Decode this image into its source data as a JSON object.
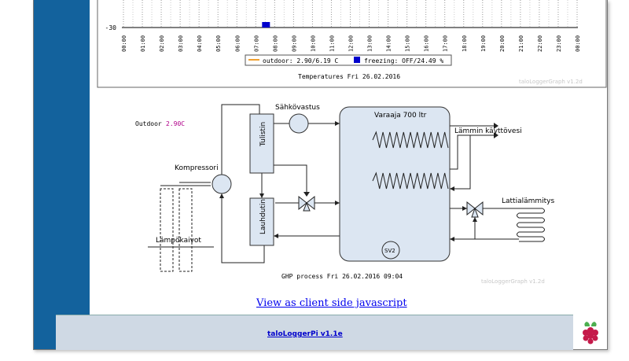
{
  "chart": {
    "y_tick_label": "-30",
    "x_tick_labels": [
      "00:00",
      "01:00",
      "02:00",
      "03:00",
      "04:00",
      "05:00",
      "06:00",
      "07:00",
      "08:00",
      "09:00",
      "10:00",
      "11:00",
      "12:00",
      "13:00",
      "14:00",
      "15:00",
      "16:00",
      "17:00",
      "18:00",
      "19:00",
      "20:00",
      "21:00",
      "22:00",
      "23:00",
      "00:00"
    ],
    "legend": [
      {
        "label": "outdoor: 2.90/6.19 C",
        "color": "#f0a030",
        "marker": "line"
      },
      {
        "label": "freezing: OFF/24.49 %",
        "color": "#0000cc",
        "marker": "square"
      }
    ],
    "caption": "Temperatures Fri 26.02.2016",
    "watermark": "taloLoggerGraph v1.2d"
  },
  "chart_data": {
    "type": "bar",
    "x": [
      "07:30"
    ],
    "values": [
      24.49
    ],
    "series": [
      {
        "name": "outdoor",
        "current": 2.9,
        "value": 6.19,
        "unit": "C"
      },
      {
        "name": "freezing",
        "state": "OFF",
        "value": 24.49,
        "unit": "%"
      }
    ],
    "xlabel": "",
    "ylabel": "",
    "title": "Temperatures Fri 26.02.2016"
  },
  "process": {
    "outdoor_label": "Outdoor",
    "outdoor_value": "2.90C",
    "heater_label": "Sähkövastus",
    "tank_label": "Varaaja 700 ltr",
    "hot_water_label": "Lämmin käyttövesi",
    "compressor_label": "Kompressori",
    "boiler_label": "Tulistin",
    "condenser_label": "Lauhdutin",
    "floor_heating_label": "Lattialämmitys",
    "well_label": "Lämpökaivot",
    "valve_label": "SV2",
    "caption": "GHP process Fri 26.02.2016 09:04",
    "watermark": "taloLoggerGraph v1.2d"
  },
  "links": {
    "client_js": "View as client side javascript",
    "footer": "taloLoggerPi v1.1e"
  },
  "colors": {
    "sidebar": "#13629d",
    "footer": "#cfd9e4",
    "box_fill": "#dce6f2",
    "outdoor_value": "#b0008a"
  }
}
